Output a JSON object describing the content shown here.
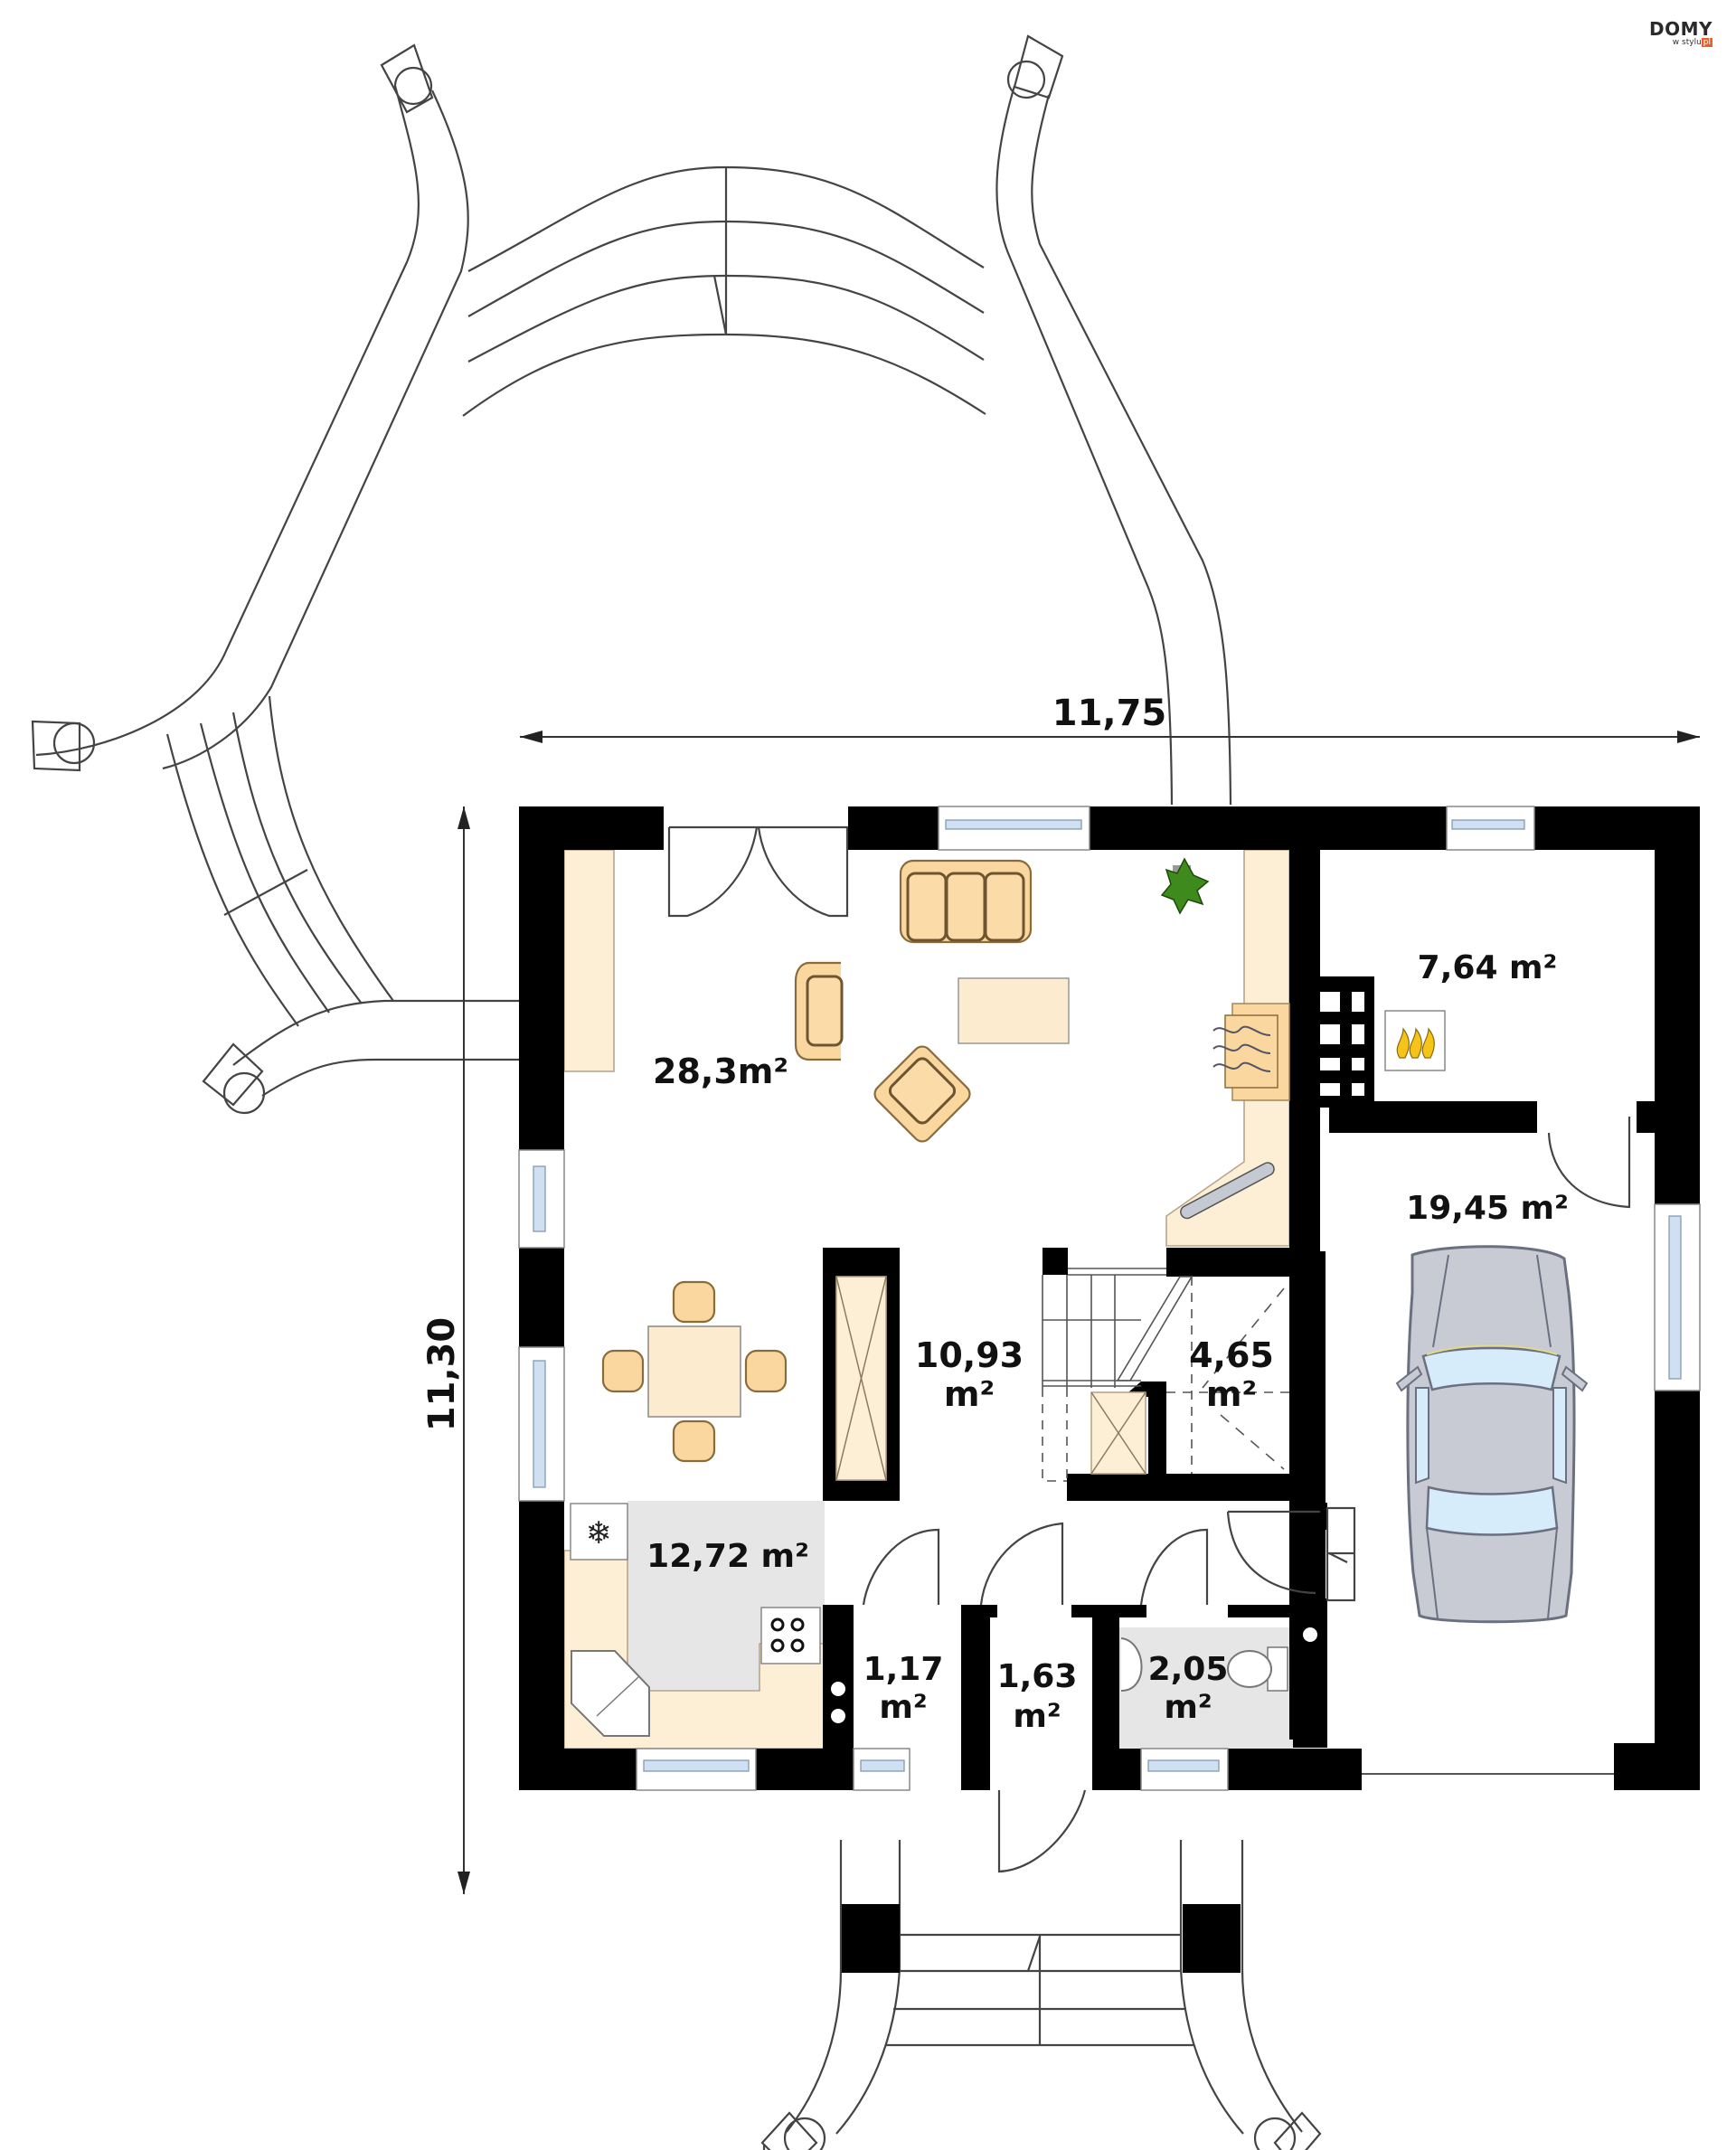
{
  "brand": {
    "name": "DOMY",
    "sub": "w stylu",
    "suffix": "pl",
    "accent": "#e8612b"
  },
  "dimensions": {
    "width_label": "11,75",
    "height_label": "11,30"
  },
  "rooms": {
    "living": {
      "area": "28,3m²"
    },
    "hall": {
      "area_line1": "10,93",
      "area_line2": "m²"
    },
    "stair_storage": {
      "area_line1": "4,65",
      "area_line2": "m²"
    },
    "boiler_room": {
      "area": "7,64 m²"
    },
    "garage": {
      "area": "19,45 m²"
    },
    "kitchen": {
      "area": "12,72 m²"
    },
    "pantry": {
      "area_line1": "1,17",
      "area_line2": "m²"
    },
    "vestibule": {
      "area_line1": "1,63",
      "area_line2": "m²"
    },
    "wc": {
      "area_line1": "2,05",
      "area_line2": "m²"
    }
  },
  "colors": {
    "wall": "#000000",
    "furniture_fill": "#f9d79e",
    "floor_beige": "#fdeed6",
    "floor_gray": "#e6e6e6",
    "window_glass": "#cfe0f2",
    "car_body": "#c8cbd3",
    "car_glass": "#d6ecfa"
  },
  "icons": {
    "fridge": "snowflake-icon",
    "boiler": "flame-icon",
    "fireplace": "heat-waves-icon",
    "plant": "plant-icon",
    "car": "car-icon",
    "cooktop": "cooktop-icon"
  }
}
